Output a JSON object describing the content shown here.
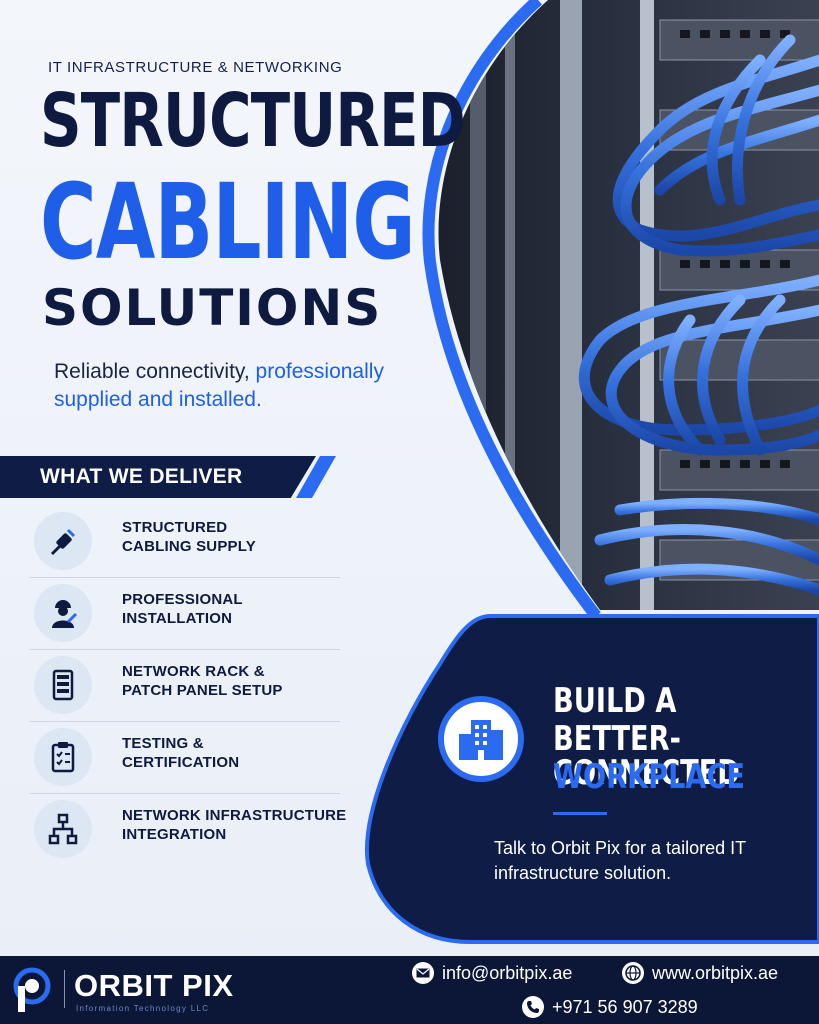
{
  "header": {
    "kicker": "IT INFRASTRUCTURE & NETWORKING",
    "title_line1": "STRUCTURED",
    "title_line2": "CABLING",
    "title_line3": "SOLUTIONS",
    "tagline_plain": "Reliable connectivity, ",
    "tagline_highlight_1": "professionally",
    "tagline_highlight_2": "supplied and installed."
  },
  "deliver": {
    "heading": "WHAT WE DELIVER",
    "items": [
      {
        "label": "STRUCTURED\nCABLING SUPPLY",
        "icon": "cable-plug-icon"
      },
      {
        "label": "PROFESSIONAL\nINSTALLATION",
        "icon": "technician-icon"
      },
      {
        "label": "NETWORK RACK &\nPATCH PANEL SETUP",
        "icon": "server-rack-icon"
      },
      {
        "label": "TESTING &\nCERTIFICATION",
        "icon": "clipboard-checklist-icon"
      },
      {
        "label": "NETWORK INFRASTRUCTURE\nINTEGRATION",
        "icon": "network-hierarchy-icon"
      }
    ]
  },
  "cta": {
    "line1": "BUILD A",
    "line2": "BETTER-CONNECTED",
    "line3": "WORKPLACE",
    "subtext": "Talk to Orbit Pix for a tailored IT infrastructure solution.",
    "icon": "office-building-icon"
  },
  "footer": {
    "brand": "ORBIT PIX",
    "brand_sub": "Information Technology LLC",
    "email": "info@orbitpix.ae",
    "website": "www.orbitpix.ae",
    "phone": "+971 56 907 3289"
  },
  "colors": {
    "navy": "#0e1a3f",
    "accent_blue": "#1f5ee8",
    "cable_blue": "#3f7de0",
    "footer_bg": "#0c1636"
  }
}
